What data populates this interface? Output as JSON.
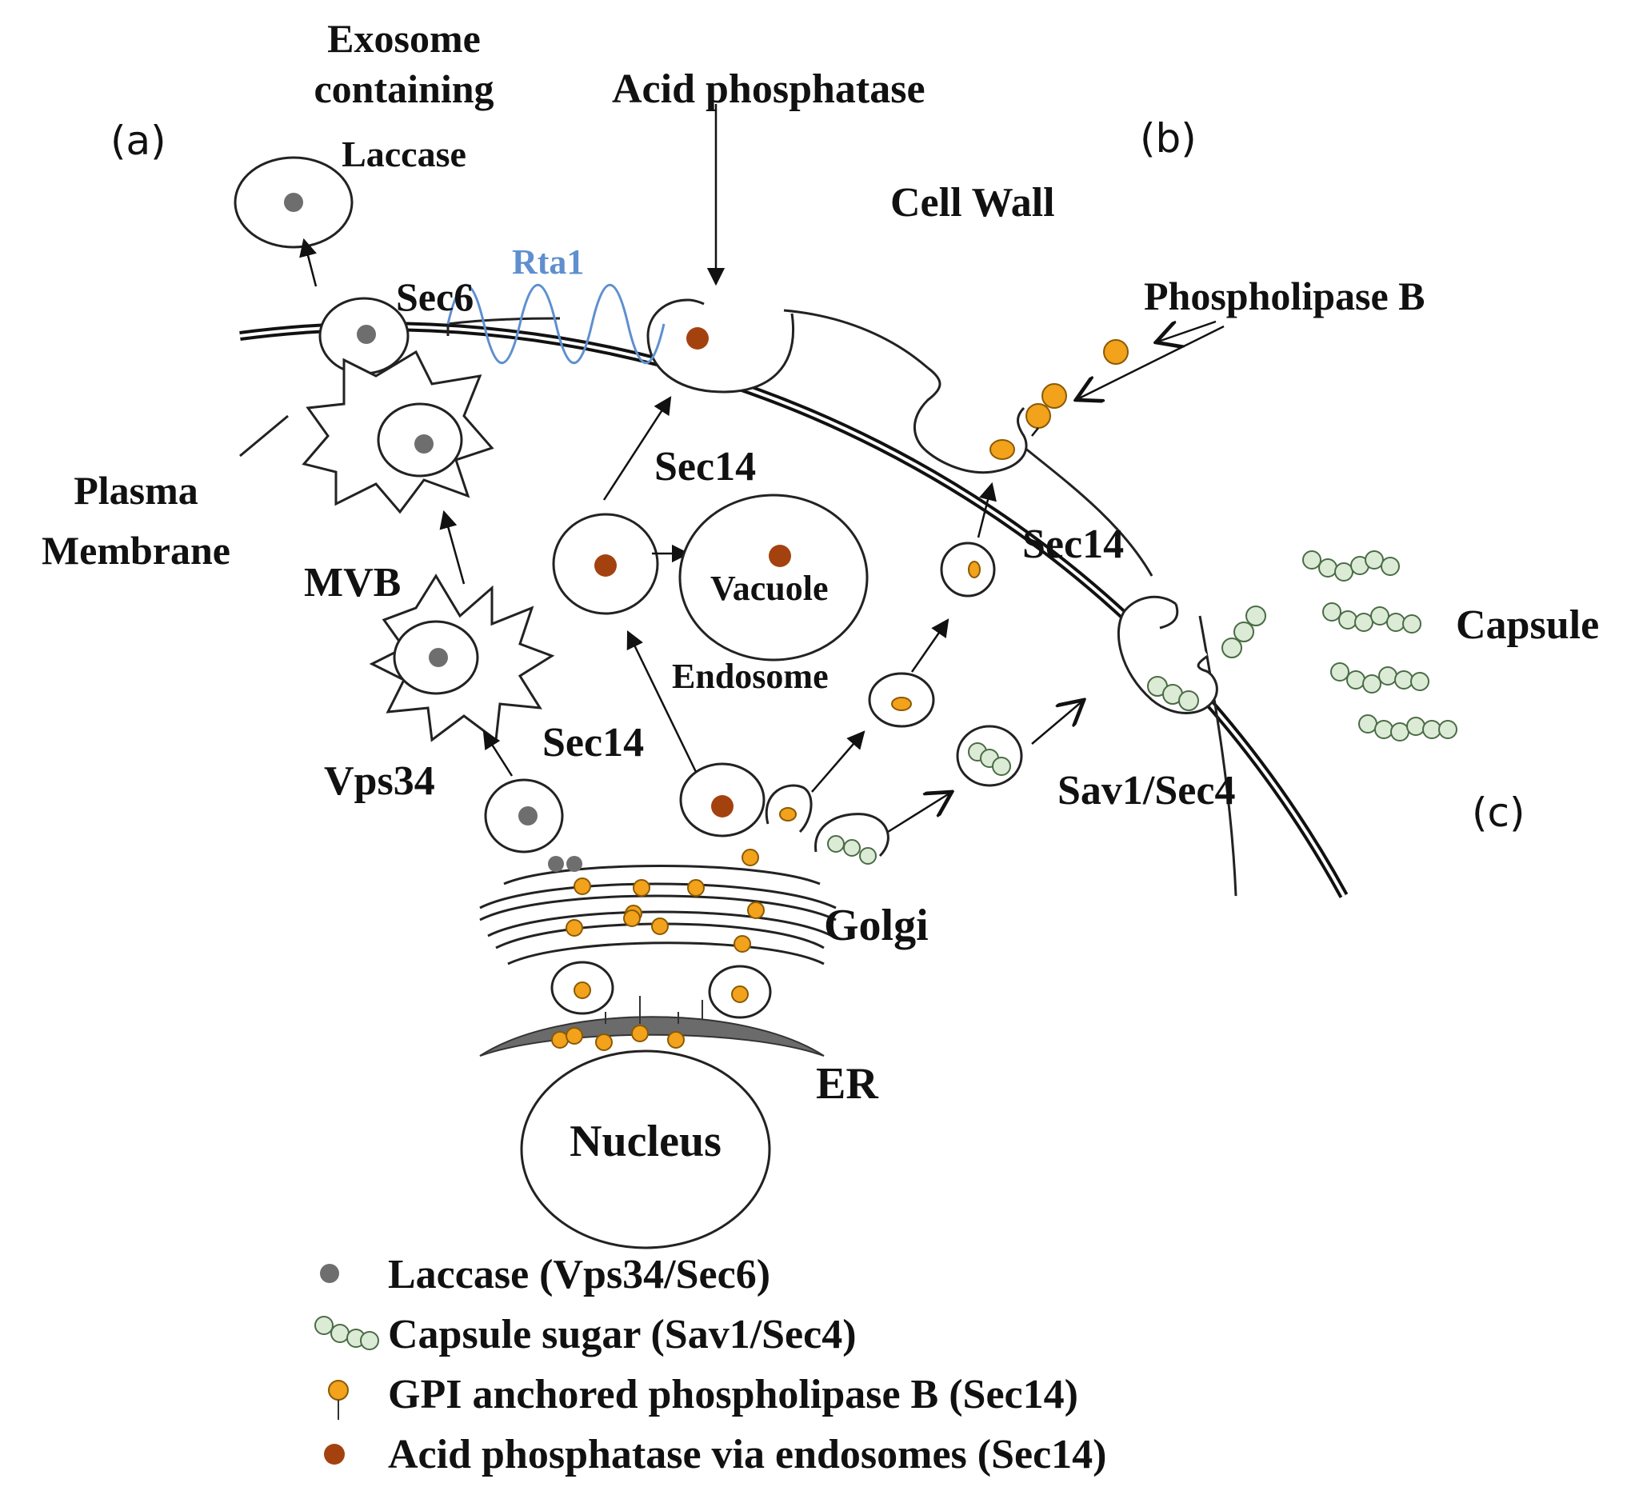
{
  "panel_labels": {
    "a": "(a)",
    "b": "(b)",
    "c": "(c)"
  },
  "labels": {
    "exosome": [
      "Exosome",
      "containing",
      "Laccase"
    ],
    "acid_phosphatase": "Acid phosphatase",
    "cell_wall": "Cell Wall",
    "rta1": "Rta1",
    "sec6": "Sec6",
    "phospholipase_b": "Phospholipase  B",
    "plasma_membrane": [
      "Plasma",
      "Membrane"
    ],
    "mvb": "MVB",
    "sec14_upper": "Sec14",
    "sec14_right": "Sec14",
    "sec14_lower": "Sec14",
    "vacuole": "Vacuole",
    "endosome": "Endosome",
    "capsule": "Capsule",
    "vps34": "Vps34",
    "sav1_sec4": "Sav1/Sec4",
    "golgi": "Golgi",
    "er": "ER",
    "nucleus": "Nucleus"
  },
  "legend": [
    {
      "marker": "gray-dot-icon",
      "text": "Laccase (Vps34/Sec6)"
    },
    {
      "marker": "green-chain-icon",
      "text": "Capsule sugar (Sav1/Sec4)"
    },
    {
      "marker": "orange-pin-icon",
      "text": "GPI anchored phospholipase  B (Sec14)"
    },
    {
      "marker": "brown-dot-icon",
      "text": "Acid phosphatase via endosomes (Sec14)"
    }
  ],
  "colors": {
    "laccase": "#6e6e6e",
    "capsule_sugar_fill": "#dcebd6",
    "capsule_sugar_stroke": "#4a6b46",
    "phospholipase": "#f2a21b",
    "acid_phosphatase": "#a4420f",
    "er": "#6b6b6b",
    "rta1": "#5f8fcf"
  }
}
